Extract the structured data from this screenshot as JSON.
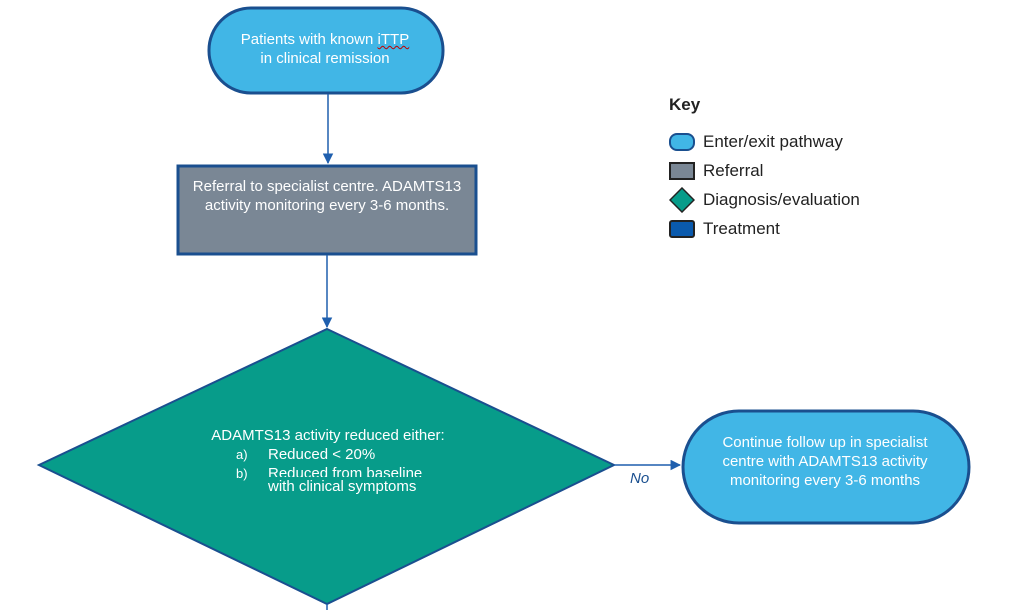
{
  "nodes": {
    "start": {
      "line1": "Patients with known ",
      "squiggle": "iTTP",
      "line2": "in clinical remission"
    },
    "referral": {
      "text": "Referral to specialist centre. ADAMTS13 activity monitoring every 3-6 months."
    },
    "decision": {
      "heading": "ADAMTS13 activity reduced either:",
      "options": [
        {
          "marker": "a)",
          "text": "Reduced < 20%"
        },
        {
          "marker": "b)",
          "text_clipped": "Reduced from baseline",
          "text": "with clinical symptoms"
        }
      ]
    },
    "continue": {
      "text": "Continue follow up in specialist centre with ADAMTS13 activity monitoring every 3-6 months"
    }
  },
  "edges": {
    "no_label": "No"
  },
  "key": {
    "title": "Key",
    "items": [
      {
        "label": "Enter/exit pathway",
        "icon": "rounded-rect-light-blue"
      },
      {
        "label": "Referral",
        "icon": "rect-grey"
      },
      {
        "label": "Diagnosis/evaluation",
        "icon": "diamond-teal"
      },
      {
        "label": "Treatment",
        "icon": "rect-dark-blue"
      }
    ]
  },
  "colors": {
    "enter_exit": "#41b6e6",
    "referral": "#7a8795",
    "diagnosis": "#079c8a",
    "treatment": "#0a5aad",
    "outline": "#1a4f8f"
  }
}
